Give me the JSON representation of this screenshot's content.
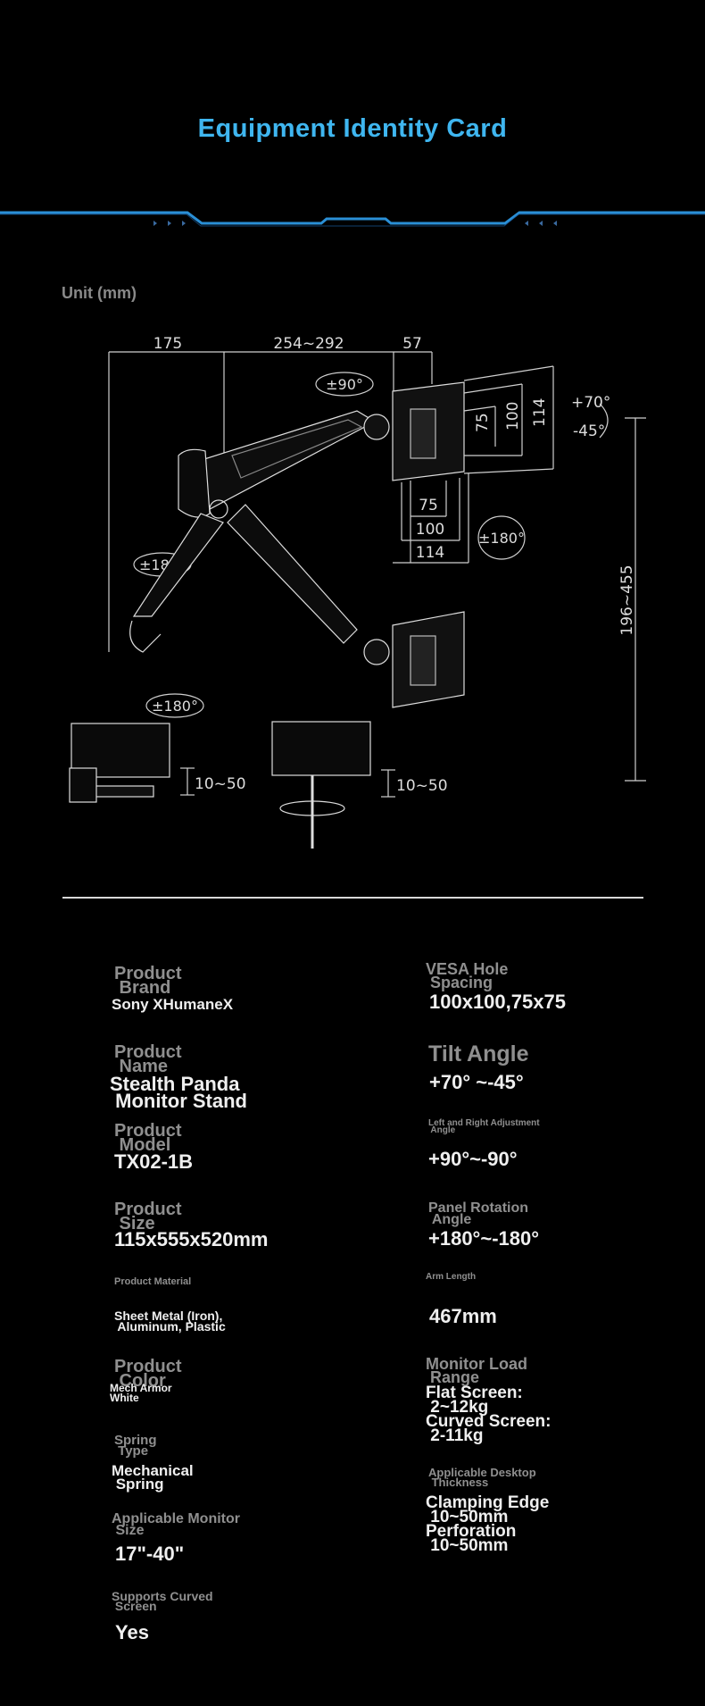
{
  "title": "Equipment Identity Card",
  "unit_label": "Unit (mm)",
  "diagram": {
    "dim_top_1": "175",
    "dim_top_2": "254~292",
    "dim_top_3": "57",
    "rot_arm_top": "±90°",
    "rot_arm_mid": "±180°",
    "rot_arm_base": "±180°",
    "rot_plate": "±180°",
    "vesa_h_small": "75",
    "vesa_h_mid": "100",
    "vesa_h_large": "114",
    "vesa_v_small": "75",
    "vesa_v_mid": "100",
    "vesa_v_large": "114",
    "tilt_up": "+70°",
    "tilt_down": "-45°",
    "height_range": "196~455",
    "clamp_left": "10~50",
    "clamp_right": "10~50"
  },
  "specs": {
    "brand": {
      "label": "Product\n Brand",
      "value": "Sony XHumaneX"
    },
    "name": {
      "label": "Product\n Name",
      "value": "Stealth Panda\n Monitor Stand"
    },
    "model": {
      "label": "Product\n Model",
      "value": "TX02-1B"
    },
    "size": {
      "label": "Product\n Size",
      "value": "115x555x520mm"
    },
    "material": {
      "label": "Product Material",
      "value": "Sheet Metal (Iron),\n Aluminum, Plastic"
    },
    "color": {
      "label": "Product\n Color",
      "value": "Mech Armor\nWhite"
    },
    "spring": {
      "label": "Spring\n Type",
      "value": "Mechanical\n Spring"
    },
    "monitor_size": {
      "label": "Applicable Monitor\n Size",
      "value": "17\"-40\""
    },
    "curved": {
      "label": "Supports Curved\n Screen",
      "value": "Yes"
    },
    "vesa": {
      "label": "VESA Hole\n Spacing",
      "value": "100x100,75x75"
    },
    "tilt": {
      "label": "Tilt Angle",
      "value": "+70° ~-45°"
    },
    "lr_adjust": {
      "label": "Left and Right Adjustment\n Angle",
      "value": "+90°~-90°"
    },
    "panel_rotation": {
      "label": "Panel Rotation\n Angle",
      "value": "+180°~-180°"
    },
    "arm_length": {
      "label": "Arm Length",
      "value": "467mm"
    },
    "load": {
      "label": "Monitor Load\n Range",
      "value": "Flat Screen:\n 2~12kg\nCurved Screen:\n 2-11kg"
    },
    "desktop": {
      "label": "Applicable Desktop\n Thickness",
      "value": "Clamping Edge\n 10~50mm\nPerforation\n 10~50mm"
    }
  },
  "colors": {
    "accent": "#3fb6f0",
    "background": "#000000"
  }
}
